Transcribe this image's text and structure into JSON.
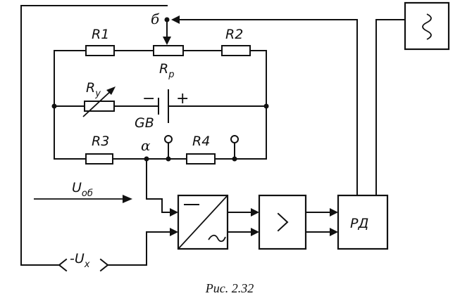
{
  "labels": {
    "r1": "R1",
    "r2": "R2",
    "r3": "R3",
    "r4": "R4",
    "rp_main": "R",
    "rp_sub": "p",
    "ry_main": "R",
    "ry_sub": "y",
    "gb": "GB",
    "minus": "−",
    "plus": "+",
    "node_b": "б",
    "node_a": "α",
    "uob_main": "U",
    "uob_sub": "об",
    "ux_prefix": "-U",
    "ux_sub": "x",
    "rd": "РД"
  },
  "caption": "Рис. 2.32"
}
